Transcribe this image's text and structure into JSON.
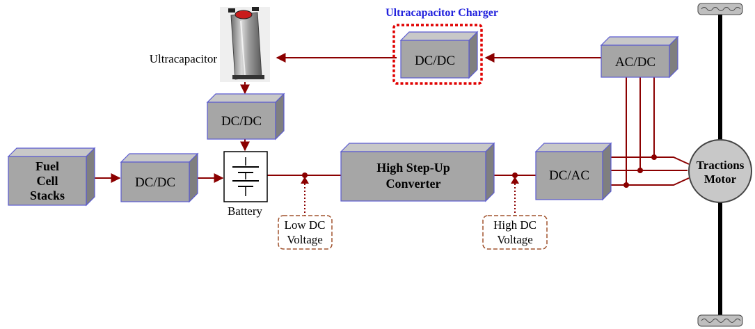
{
  "title": "Ultracapacitor Charger",
  "colors": {
    "wire": "#8b0000",
    "title": "#2222dd",
    "highlight": "#e00000",
    "box_edge": "#5b5bd0"
  },
  "blocks": {
    "fuel_cell": [
      "Fuel",
      "Cell",
      "Stacks"
    ],
    "dcdc_fuel": "DC/DC",
    "dcdc_ultracap": "DC/DC",
    "dcdc_charger": "DC/DC",
    "acdc": "AC/DC",
    "converter": [
      "High Step-Up",
      "Converter"
    ],
    "dcac": "DC/AC",
    "motor": [
      "Tractions",
      "Motor"
    ]
  },
  "labels": {
    "ultracapacitor": "Ultracapacitor",
    "battery": "Battery",
    "low_dc": [
      "Low DC",
      "Voltage"
    ],
    "high_dc": [
      "High DC",
      "Voltage"
    ]
  }
}
